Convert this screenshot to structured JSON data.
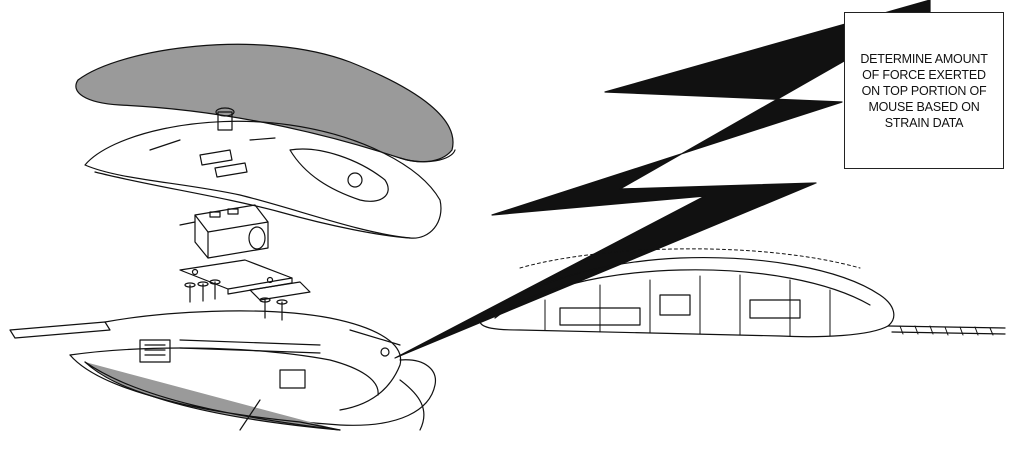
{
  "callout": {
    "lines": [
      "DETERMINE AMOUNT",
      "OF FORCE EXERTED",
      "ON TOP PORTION OF",
      "MOUSE BASED ON",
      "STRAIN DATA"
    ]
  },
  "colors": {
    "ink": "#111111",
    "shell_fill": "#9a9a9a",
    "paper": "#ffffff"
  }
}
